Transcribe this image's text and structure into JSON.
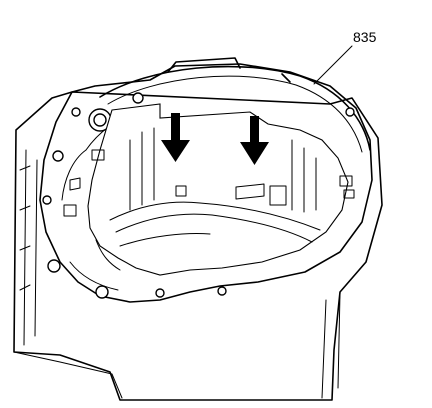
{
  "figure": {
    "callout": {
      "number": "835"
    },
    "arrows": {
      "count": 2,
      "direction": "down",
      "color": "#000000"
    },
    "line_color": "#000000",
    "background": "#ffffff"
  }
}
